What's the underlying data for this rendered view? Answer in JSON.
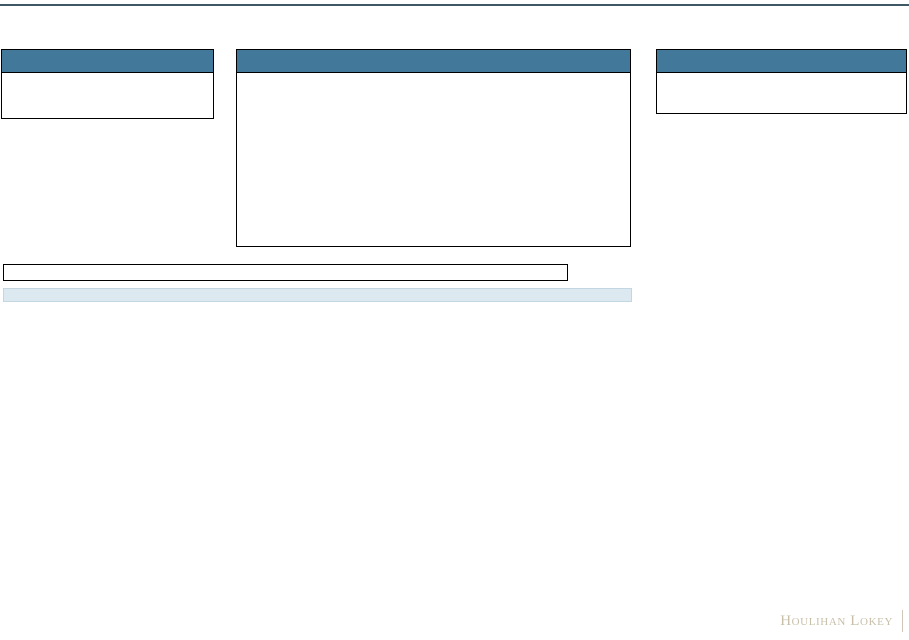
{
  "document": {
    "title": "",
    "subtitle": "",
    "page_number": ""
  },
  "theme": {
    "panel_header_color": "#42789a",
    "panel_border_color": "#000000",
    "top_rule_color": "#3f5866",
    "tinted_bar_color": "#dce9f1",
    "tinted_bar_border_color": "#c3d6e2",
    "brand_color": "#c8bfa9",
    "page_background": "#ffffff"
  },
  "panels": [
    {
      "name": "left",
      "header_label": "",
      "body_text": ""
    },
    {
      "name": "center",
      "header_label": "",
      "body_text": ""
    },
    {
      "name": "right",
      "header_label": "",
      "body_text": ""
    }
  ],
  "bars": [
    {
      "name": "outline",
      "text": ""
    },
    {
      "name": "tinted",
      "text": ""
    }
  ],
  "footer": {
    "brand_wordmark": "Houlihan Lokey"
  }
}
